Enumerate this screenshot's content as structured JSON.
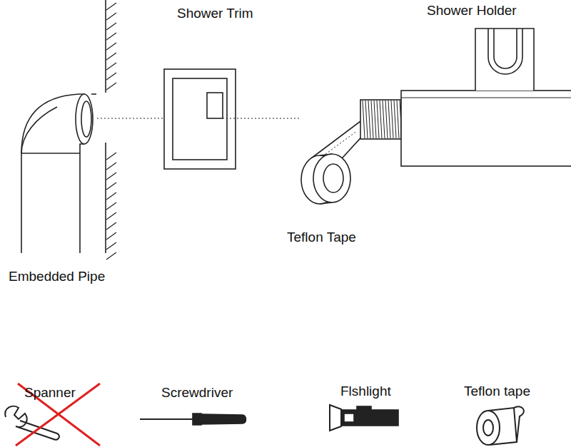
{
  "diagram": {
    "labels": [
      "Shower Trim",
      "Shower Holder",
      "Teflon Tape",
      "Embedded Pipe",
      "Spanner",
      "Screwdriver",
      "Flshlight",
      "Teflon tape"
    ]
  }
}
